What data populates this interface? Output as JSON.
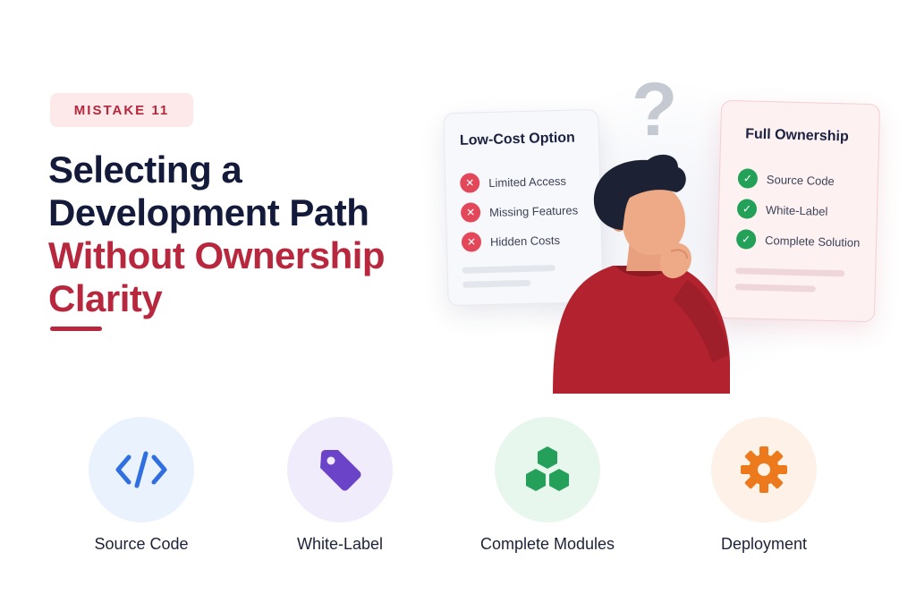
{
  "badge": "MISTAKE 11",
  "headline": {
    "line1": "Selecting a",
    "line2": "Development Path",
    "line3": "Without Ownership",
    "line4": "Clarity"
  },
  "colors": {
    "accent": "#b7283e",
    "navy": "#141a3a",
    "negative": "#e2485a",
    "positive": "#23a158"
  },
  "illustration": {
    "question_mark": "?",
    "low_cost_card": {
      "title": "Low-Cost Option",
      "items": [
        {
          "icon": "x-circle-icon",
          "label": "Limited Access"
        },
        {
          "icon": "x-circle-icon",
          "label": "Missing Features"
        },
        {
          "icon": "x-circle-icon",
          "label": "Hidden Costs"
        }
      ]
    },
    "ownership_card": {
      "title": "Full Ownership",
      "items": [
        {
          "icon": "check-circle-icon",
          "label": "Source Code"
        },
        {
          "icon": "check-circle-icon",
          "label": "White-Label"
        },
        {
          "icon": "check-circle-icon",
          "label": "Complete Solution"
        }
      ]
    }
  },
  "features": [
    {
      "icon": "code-brackets-icon",
      "label": "Source Code",
      "bg": "#eaf2fd",
      "color": "#2f6fe0"
    },
    {
      "icon": "tag-icon",
      "label": "White-Label",
      "bg": "#f0ecfb",
      "color": "#6a43c8"
    },
    {
      "icon": "hexagon-cubes-icon",
      "label": "Complete Modules",
      "bg": "#e8f7ee",
      "color": "#25a05a"
    },
    {
      "icon": "gear-icon",
      "label": "Deployment",
      "bg": "#fdf1e8",
      "color": "#ec7a1c"
    }
  ]
}
